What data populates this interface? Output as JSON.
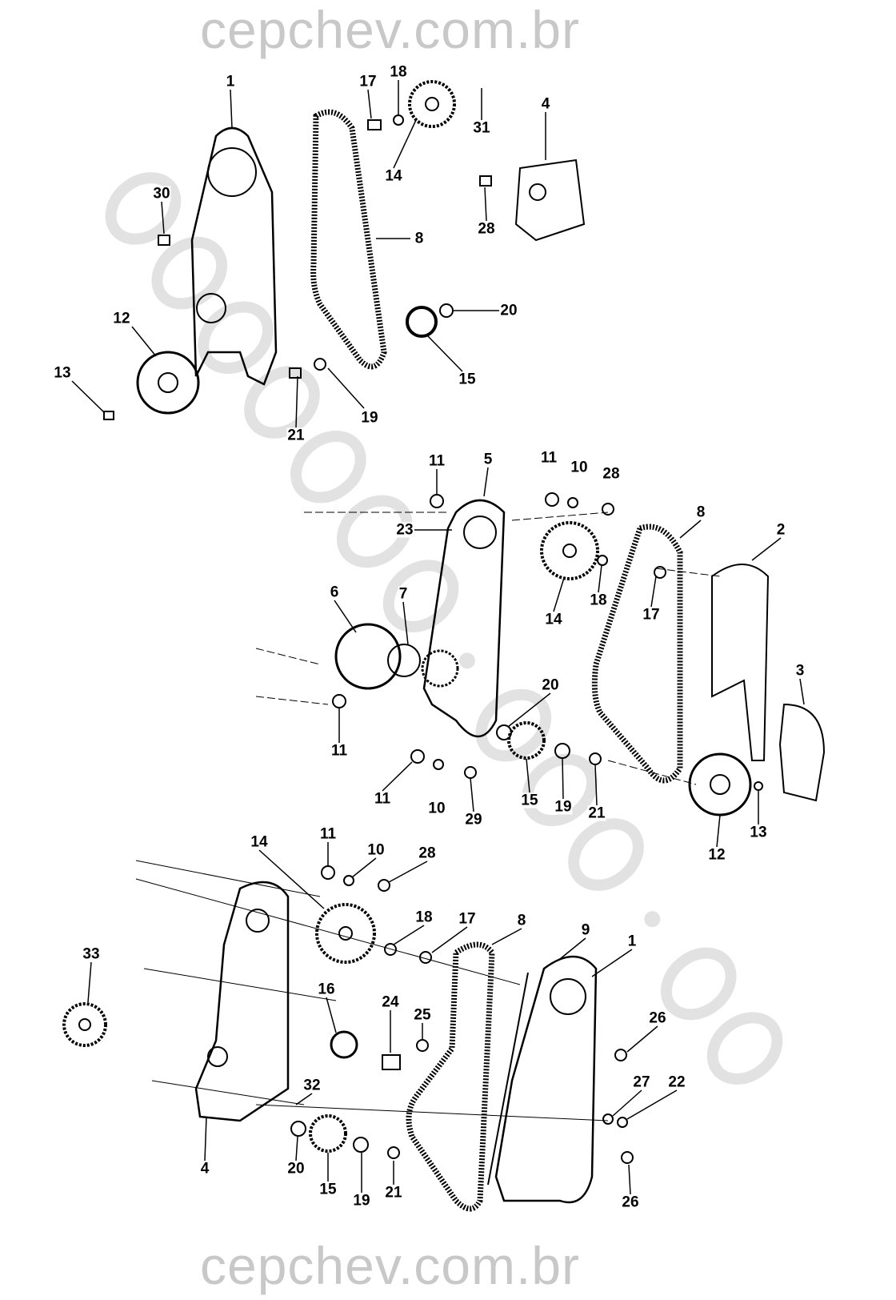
{
  "watermark": {
    "top": "cepchev.com.br",
    "bottom": "cepchev.com.br",
    "diagonal": "cepchev.com.br"
  },
  "top_assembly": {
    "labels": [
      "1",
      "17",
      "18",
      "31",
      "4",
      "14",
      "30",
      "28",
      "8",
      "20",
      "12",
      "15",
      "13",
      "21",
      "19"
    ]
  },
  "middle_assembly": {
    "labels": [
      "11",
      "5",
      "11",
      "10",
      "28",
      "8",
      "2",
      "23",
      "18",
      "17",
      "14",
      "6",
      "7",
      "20",
      "3",
      "11",
      "11",
      "10",
      "29",
      "15",
      "19",
      "21",
      "12",
      "13"
    ]
  },
  "bottom_assembly": {
    "labels": [
      "14",
      "11",
      "10",
      "28",
      "18",
      "17",
      "8",
      "9",
      "1",
      "33",
      "16",
      "24",
      "25",
      "26",
      "27",
      "22",
      "32",
      "4",
      "20",
      "15",
      "19",
      "21",
      "26"
    ]
  }
}
